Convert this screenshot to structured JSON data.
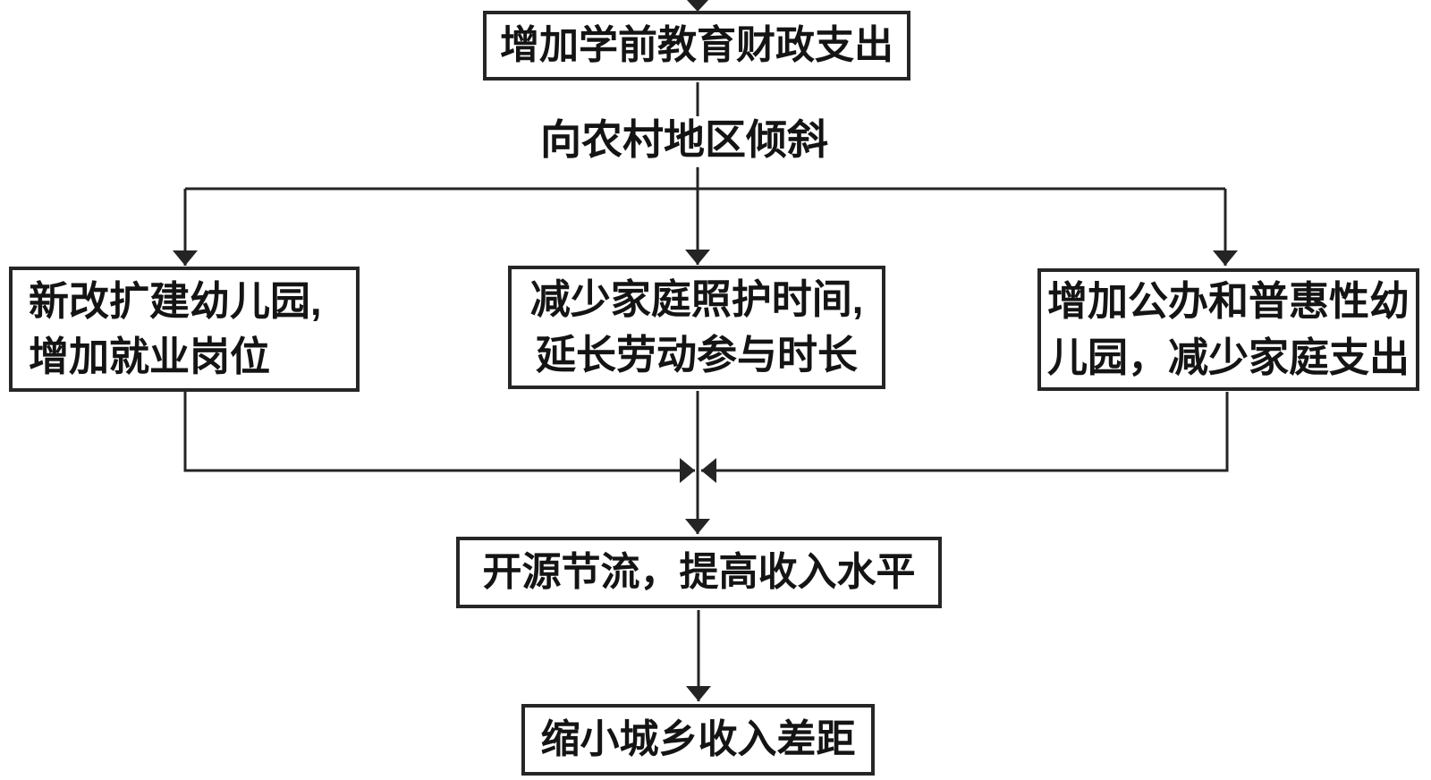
{
  "colors": {
    "background": "#ffffff",
    "ink": "#141414",
    "line": "#242424",
    "box_border": "#262626"
  },
  "nodes": {
    "top": {
      "lines": [
        "增加学前教育财政支出"
      ]
    },
    "tilt_label": {
      "lines": [
        "向农村地区倾斜"
      ]
    },
    "left": {
      "lines": [
        "新改扩建幼儿园,",
        "增加就业岗位"
      ]
    },
    "middle": {
      "lines": [
        "减少家庭照护时间,",
        "延长劳动参与时长"
      ]
    },
    "right": {
      "lines": [
        "增加公办和普惠性幼",
        "儿园，减少家庭支出"
      ]
    },
    "income": {
      "lines": [
        "开源节流，提高收入水平"
      ]
    },
    "gap": {
      "lines": [
        "缩小城乡收入差距"
      ]
    }
  }
}
